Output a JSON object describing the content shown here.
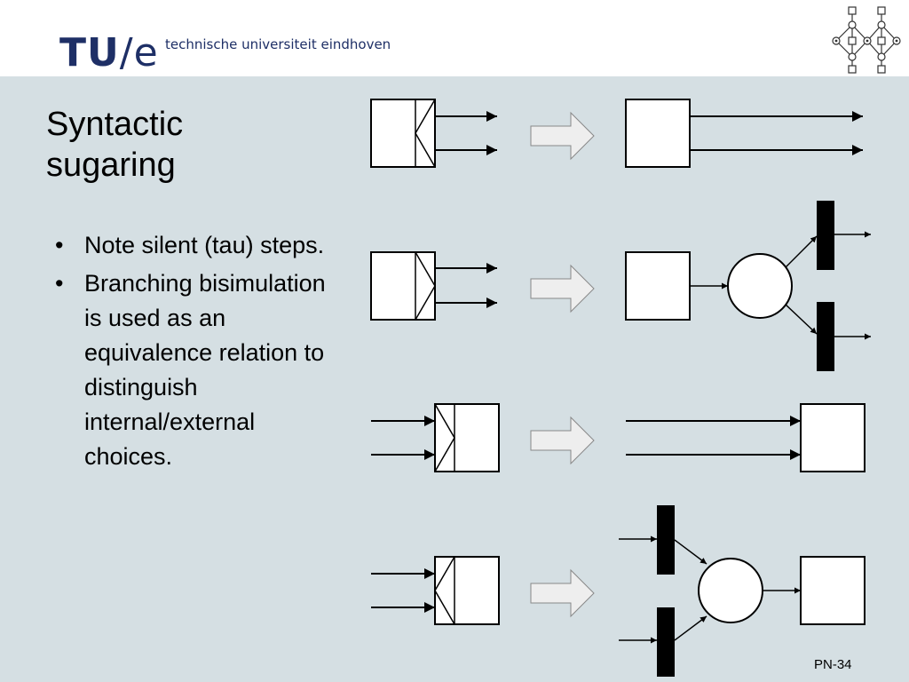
{
  "header": {
    "logo_tu": "TU",
    "logo_slash": "/",
    "logo_e": "e",
    "university": "technische universiteit eindhoven"
  },
  "title_line1": "Syntactic",
  "title_line2": "sugaring",
  "bullets": [
    "Note silent (tau) steps.",
    "Branching bisimulation is used as an equivalence relation to distinguish internal/external choices."
  ],
  "page_number": "PN-34",
  "colors": {
    "background": "#d5dfe3",
    "header": "#ffffff",
    "brand": "#1e2f66",
    "transition_fill": "#000000",
    "arrow_hint_fill": "#eeeeee"
  }
}
